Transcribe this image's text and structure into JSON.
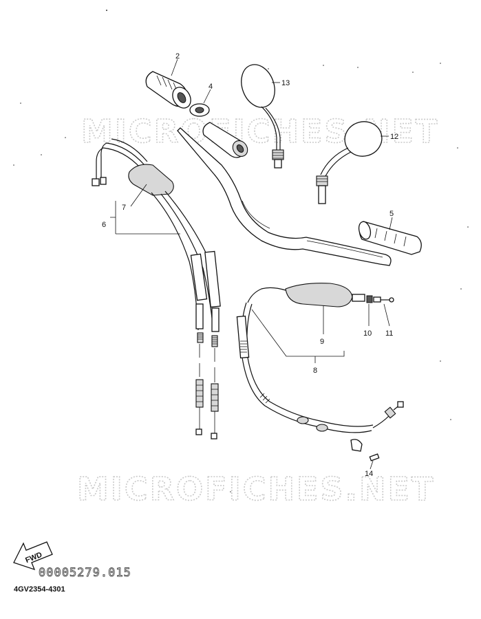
{
  "watermark": {
    "text": "MICROFICHES.NET"
  },
  "callouts": {
    "c2": "2",
    "c4": "4",
    "c13": "13",
    "c12": "12",
    "c5": "5",
    "c7": "7",
    "c6": "6",
    "c9": "9",
    "c10": "10",
    "c11": "11",
    "c8": "8",
    "c14": "14"
  },
  "footer": {
    "fwd_label": "FWD",
    "part_code": "00005279.015",
    "drawing_number": "4GV2354-4301"
  }
}
